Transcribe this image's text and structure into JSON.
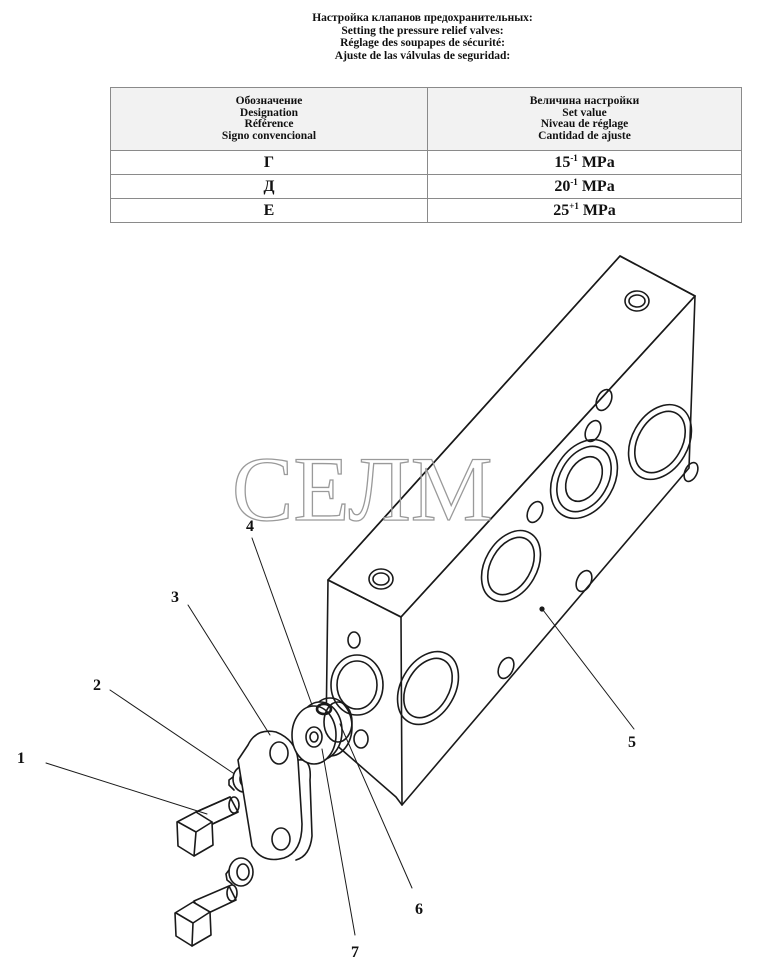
{
  "title_lines": [
    "Настройка клапанов предохранительных:",
    "Setting the pressure relief valves:",
    "Réglage des soupapes de sécurité:",
    "Ajuste de las válvulas de seguridad:"
  ],
  "table": {
    "header_col1": [
      "Обозначение",
      "Designation",
      "Référence",
      "Signo convencional"
    ],
    "header_col2": [
      "Величина настройки",
      "Set value",
      "Niveau de réglage",
      "Cantidad de ajuste"
    ],
    "rows": [
      {
        "designation": "Г",
        "base": "15",
        "tol": "-1",
        "unit": "MPa"
      },
      {
        "designation": "Д",
        "base": "20",
        "tol": "-1",
        "unit": "MPa"
      },
      {
        "designation": "Е",
        "base": "25",
        "tol": "+1",
        "unit": "MPa"
      }
    ]
  },
  "watermark": "СЕЛМ",
  "callouts": [
    "1",
    "2",
    "3",
    "4",
    "5",
    "6",
    "7"
  ],
  "colors": {
    "line": "#1a1a1a",
    "table_border": "#8a8a8a",
    "header_bg": "#f2f2f2",
    "watermark": "#9a9a9a"
  }
}
